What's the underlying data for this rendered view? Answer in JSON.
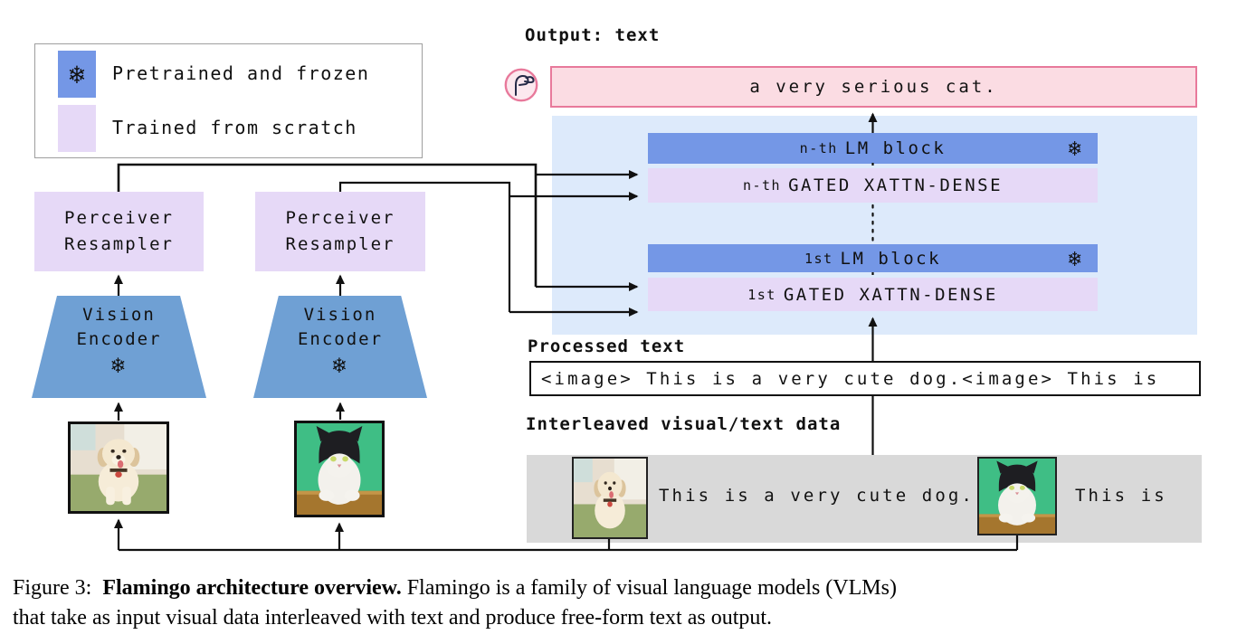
{
  "legend": {
    "frozen_label": "Pretrained and frozen",
    "scratch_label": "Trained from scratch"
  },
  "snowflake": "❄",
  "output": {
    "label": "Output: text",
    "text": "a very serious cat."
  },
  "stack": {
    "top_lm": {
      "prefix": "n-th",
      "name": "LM block"
    },
    "top_xattn": {
      "prefix": "n-th",
      "name": "GATED XATTN-DENSE"
    },
    "bottom_lm": {
      "prefix": "1st",
      "name": "LM block"
    },
    "bottom_xattn": {
      "prefix": "1st",
      "name": "GATED XATTN-DENSE"
    }
  },
  "processed": {
    "label": "Processed text",
    "text": "<image> This is a very cute dog.<image> This is"
  },
  "interleaved": {
    "label": "Interleaved visual/text data",
    "caption1": "This is a very cute dog.",
    "caption2": "This is"
  },
  "perceiver": {
    "line1": "Perceiver",
    "line2": "Resampler"
  },
  "encoder": {
    "line1": "Vision",
    "line2": "Encoder"
  },
  "caption": {
    "figure_label": "Figure 3:",
    "bold": "Flamingo architecture overview.",
    "line1_rest": " Flamingo is a family of visual language models (VLMs)",
    "line2": "that take as input visual data interleaved with text and produce free-form text as output."
  },
  "colors": {
    "frozen_blue": "#7497e6",
    "trained_lavender": "#e6d9f7",
    "panel_blue": "#ddeafb",
    "vision_blue": "#6fa0d4",
    "output_pink_fill": "#fbdce3",
    "output_pink_border": "#e8799b",
    "interleaved_gray": "#d9d9d9",
    "line_black": "#111111"
  }
}
